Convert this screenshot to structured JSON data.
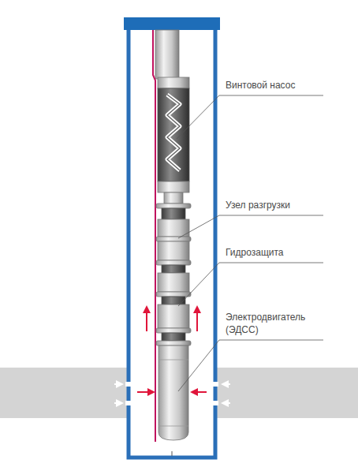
{
  "diagram": {
    "labels": [
      "Винтовой насос",
      "Узел разгрузки",
      "Гидрозащита",
      "Электродвигатель (ЭДСС)"
    ]
  }
}
